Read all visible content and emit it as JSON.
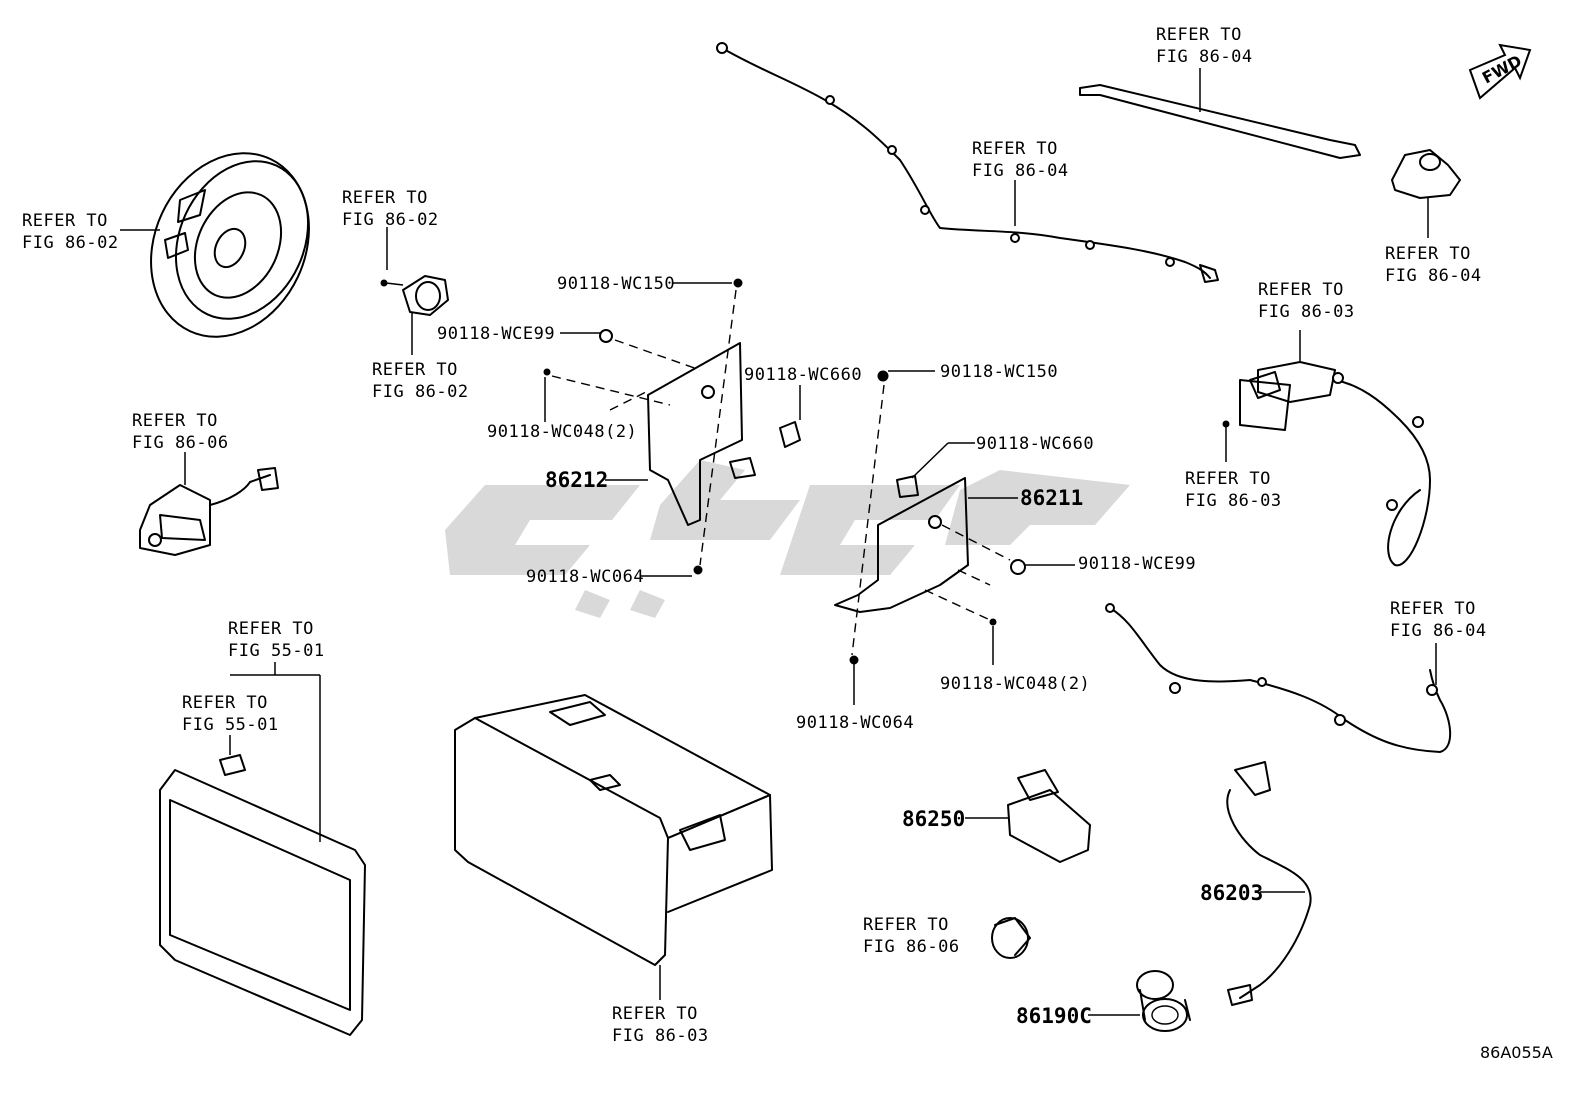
{
  "diagram_code": "86A055A",
  "fwd_label": "FWD",
  "labels": {
    "refer_86_02_speaker": [
      "REFER TO",
      "FIG 86-02"
    ],
    "refer_86_02_tweeter_top": [
      "REFER TO",
      "FIG 86-02"
    ],
    "refer_86_02_tweeter_bottom": [
      "REFER TO",
      "FIG 86-02"
    ],
    "refer_86_06_camera": [
      "REFER TO",
      "FIG 86-06"
    ],
    "refer_55_01_outer": [
      "REFER TO",
      "FIG 55-01"
    ],
    "refer_55_01_inner": [
      "REFER TO",
      "FIG 55-01"
    ],
    "refer_86_03_head_unit": [
      "REFER TO",
      "FIG 86-03"
    ],
    "refer_86_04_cable": [
      "REFER TO",
      "FIG 86-04"
    ],
    "refer_86_04_rod": [
      "REFER TO",
      "FIG 86-04"
    ],
    "refer_86_04_fin": [
      "REFER TO",
      "FIG 86-04"
    ],
    "refer_86_03_module_top": [
      "REFER TO",
      "FIG 86-03"
    ],
    "refer_86_03_module_bottom": [
      "REFER TO",
      "FIG 86-03"
    ],
    "refer_86_04_cable_lower": [
      "REFER TO",
      "FIG 86-04"
    ],
    "refer_86_06_mic": [
      "REFER TO",
      "FIG 86-06"
    ]
  },
  "fasteners": {
    "wc150_left": "90118-WC150",
    "wce99_left": "90118-WCE99",
    "wc048_left": "90118-WC048(2)",
    "wc660_left": "90118-WC660",
    "wc064_left": "90118-WC064",
    "wc150_right": "90118-WC150",
    "wc660_right": "90118-WC660",
    "wce99_right": "90118-WCE99",
    "wc048_right": "90118-WC048(2)",
    "wc064_right": "90118-WC064"
  },
  "part_numbers": {
    "bracket_left": "86212",
    "bracket_right": "86211",
    "switch": "86250",
    "usb_cable": "86203",
    "usb_port": "86190C"
  }
}
